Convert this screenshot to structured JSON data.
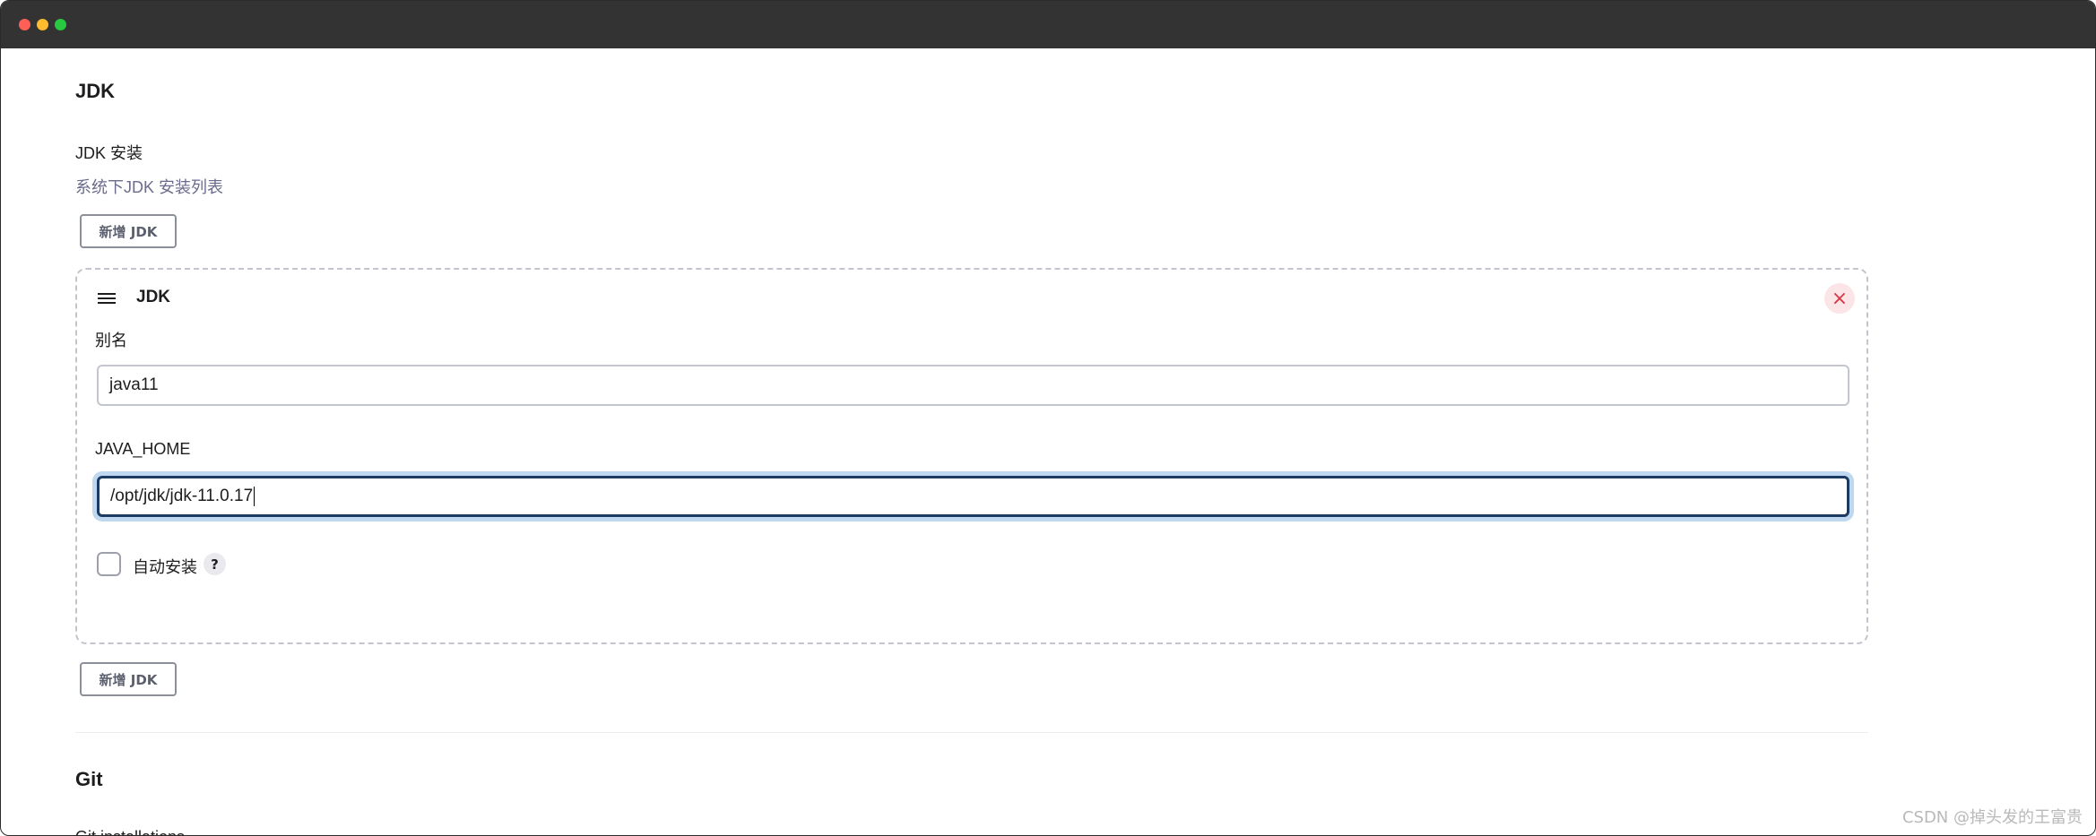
{
  "jdk_section": {
    "title": "JDK",
    "install_label": "JDK 安装",
    "install_desc": "系统下JDK 安装列表",
    "add_button": "新增 JDK",
    "installation": {
      "title": "JDK",
      "close_symbol": "×",
      "alias_label": "别名",
      "alias_value": "java11",
      "java_home_label": "JAVA_HOME",
      "java_home_value": "/opt/jdk/jdk-11.0.17",
      "auto_install_label": "自动安装",
      "auto_install_checked": false,
      "help_symbol": "?"
    },
    "add_button_bottom": "新增 JDK"
  },
  "git_section": {
    "title": "Git",
    "install_label": "Git installations"
  },
  "watermark": "CSDN @掉头发的王富贵"
}
